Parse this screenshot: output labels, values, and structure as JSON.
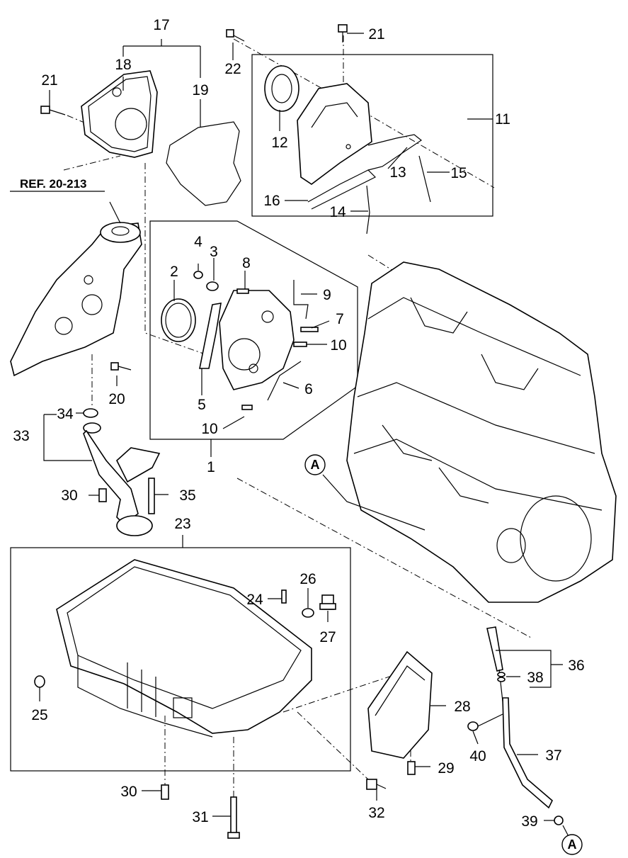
{
  "reference": {
    "text": "REF. 20-213"
  },
  "callouts": [
    {
      "id": "c17",
      "text": "17"
    },
    {
      "id": "c18",
      "text": "18"
    },
    {
      "id": "c19",
      "text": "19"
    },
    {
      "id": "c21a",
      "text": "21"
    },
    {
      "id": "c22",
      "text": "22"
    },
    {
      "id": "c21b",
      "text": "21"
    },
    {
      "id": "c11",
      "text": "11"
    },
    {
      "id": "c12",
      "text": "12"
    },
    {
      "id": "c13",
      "text": "13"
    },
    {
      "id": "c15",
      "text": "15"
    },
    {
      "id": "c16",
      "text": "16"
    },
    {
      "id": "c14",
      "text": "14"
    },
    {
      "id": "c4",
      "text": "4"
    },
    {
      "id": "c3",
      "text": "3"
    },
    {
      "id": "c8",
      "text": "8"
    },
    {
      "id": "c2",
      "text": "2"
    },
    {
      "id": "c9",
      "text": "9"
    },
    {
      "id": "c7",
      "text": "7"
    },
    {
      "id": "c10a",
      "text": "10"
    },
    {
      "id": "c6",
      "text": "6"
    },
    {
      "id": "c20",
      "text": "20"
    },
    {
      "id": "c5",
      "text": "5"
    },
    {
      "id": "c10b",
      "text": "10"
    },
    {
      "id": "c1",
      "text": "1"
    },
    {
      "id": "c34",
      "text": "34"
    },
    {
      "id": "c33",
      "text": "33"
    },
    {
      "id": "c30a",
      "text": "30"
    },
    {
      "id": "c35",
      "text": "35"
    },
    {
      "id": "c23",
      "text": "23"
    },
    {
      "id": "c26",
      "text": "26"
    },
    {
      "id": "c24",
      "text": "24"
    },
    {
      "id": "c27",
      "text": "27"
    },
    {
      "id": "c25",
      "text": "25"
    },
    {
      "id": "c28",
      "text": "28"
    },
    {
      "id": "c29",
      "text": "29"
    },
    {
      "id": "c36",
      "text": "36"
    },
    {
      "id": "c38",
      "text": "38"
    },
    {
      "id": "c40",
      "text": "40"
    },
    {
      "id": "c37",
      "text": "37"
    },
    {
      "id": "c30b",
      "text": "30"
    },
    {
      "id": "c32",
      "text": "32"
    },
    {
      "id": "c31",
      "text": "31"
    },
    {
      "id": "c39",
      "text": "39"
    }
  ],
  "connectors": [
    {
      "id": "A1",
      "text": "A"
    },
    {
      "id": "A2",
      "text": "A"
    }
  ]
}
